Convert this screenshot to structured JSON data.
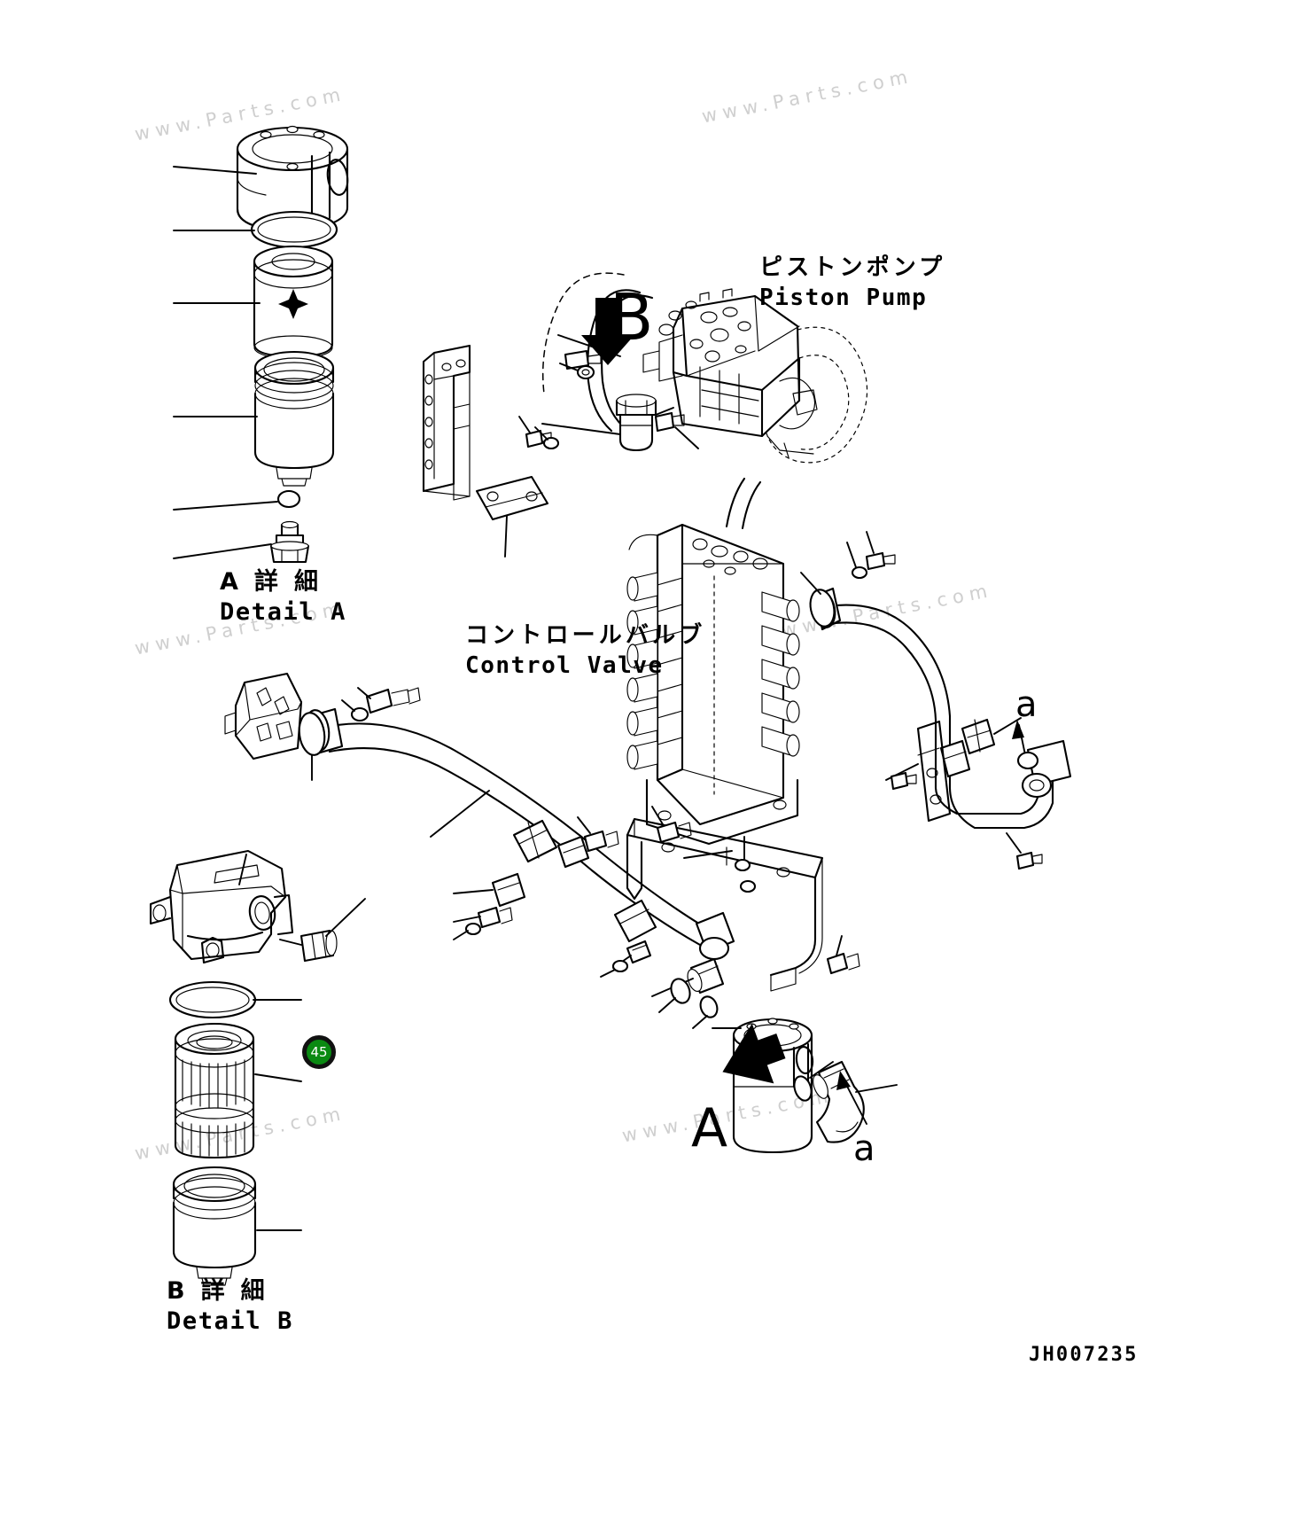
{
  "sheet": {
    "drawing_number": "JH007235",
    "background": "#ffffff",
    "line_color": "#000000"
  },
  "labels": {
    "detail_a": {
      "jp": "A 詳 細",
      "en": "Detail A"
    },
    "detail_b": {
      "jp": "B 詳 細",
      "en": "Detail B"
    },
    "piston_pump": {
      "jp": "ピストンポンプ",
      "en": "Piston Pump"
    },
    "control_valve": {
      "jp": "コントロールバルブ",
      "en": "Control Valve"
    }
  },
  "markers": {
    "section_b": "B",
    "section_a": "A",
    "detail_a_ref_1": "a",
    "detail_a_ref_2": "a"
  },
  "callout": {
    "number": "45",
    "fill_color": "#0a8a12",
    "ring_color": "#111111",
    "text_color": "#ffffff"
  },
  "watermark": {
    "text": "www.Parts.com",
    "color": "#cfcfcf"
  }
}
